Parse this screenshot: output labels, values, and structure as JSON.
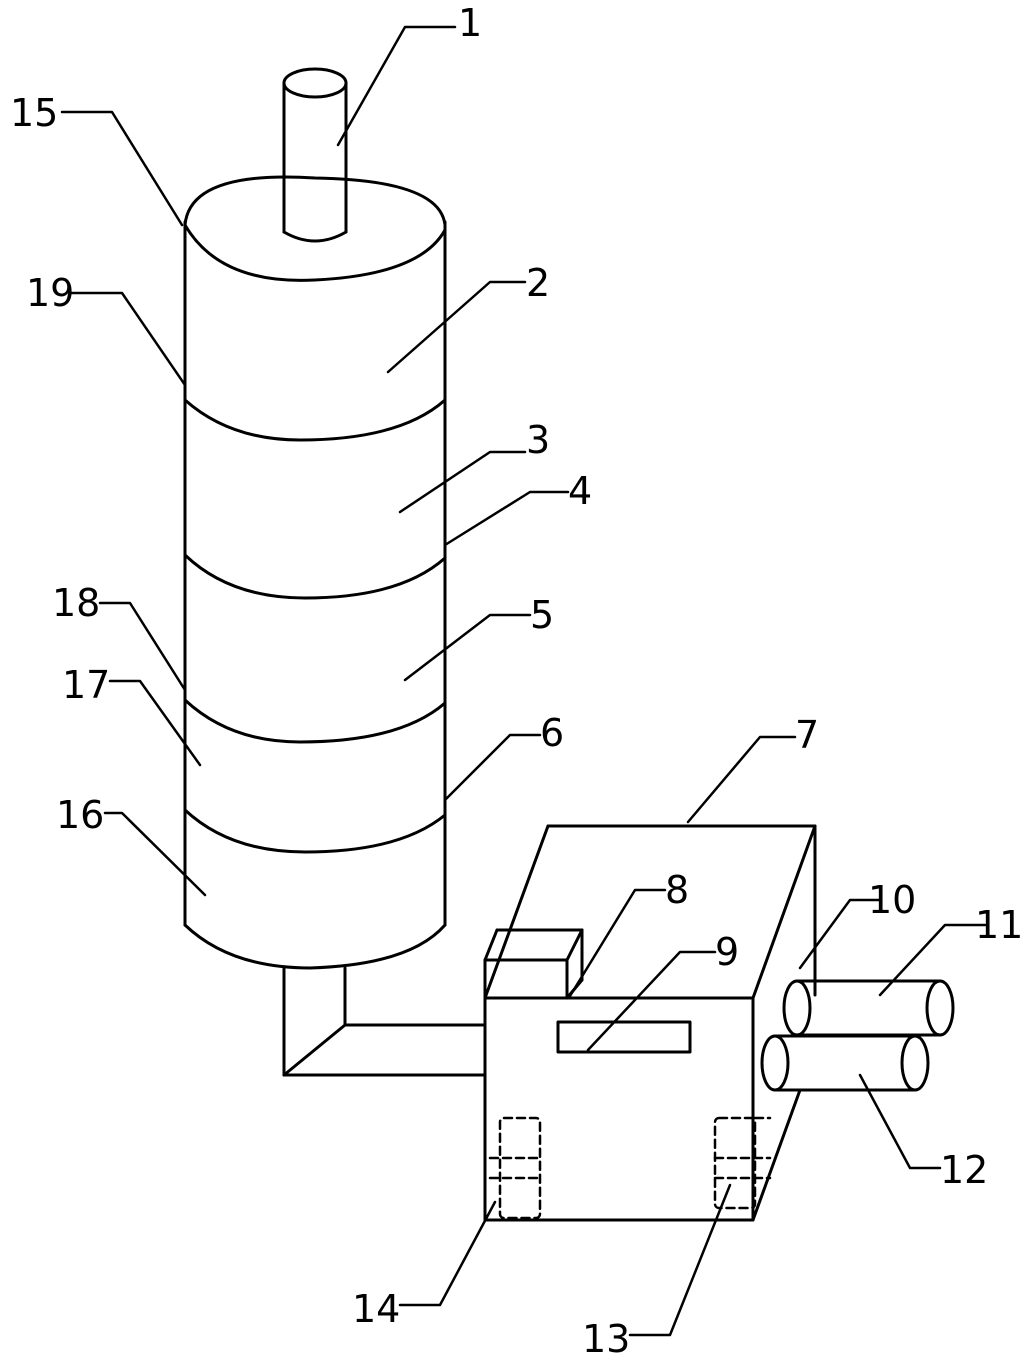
{
  "figure": {
    "labels": {
      "l1": "1",
      "l2": "2",
      "l3": "3",
      "l4": "4",
      "l5": "5",
      "l6": "6",
      "l7": "7",
      "l8": "8",
      "l9": "9",
      "l10": "10",
      "l11": "11",
      "l12": "12",
      "l13": "13",
      "l14": "14",
      "l15": "15",
      "l16": "16",
      "l17": "17",
      "l18": "18",
      "l19": "19"
    }
  }
}
